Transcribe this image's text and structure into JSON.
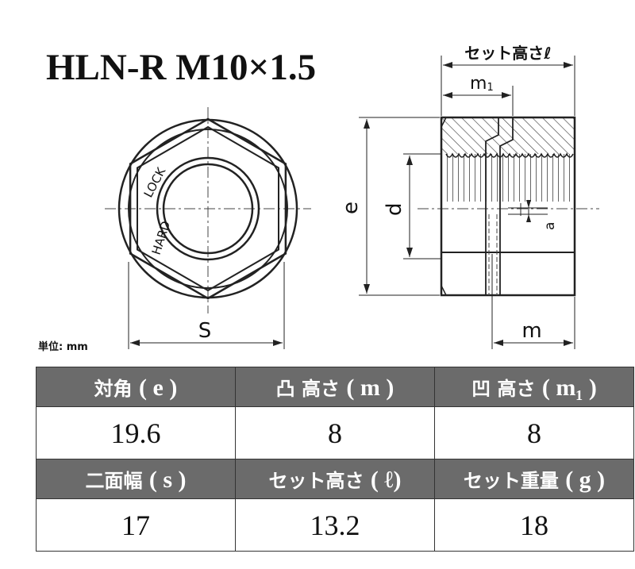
{
  "title": "HLN-R M10×1.5",
  "front_view": {
    "marking_line1": "HARD",
    "marking_line2": "LOCK",
    "dim_s": "S"
  },
  "side_view": {
    "dim_set_height": "セット高さℓ",
    "dim_m1_base": "m",
    "dim_m1_sub": "1",
    "dim_e": "e",
    "dim_d": "d",
    "dim_a": "a",
    "dim_m": "m"
  },
  "unit_label": "単位: mm",
  "table": {
    "row1_headers": [
      {
        "label": "対角",
        "symbol": "( e )"
      },
      {
        "label": "凸 高さ",
        "symbol": "( m )"
      },
      {
        "label": "凹 高さ",
        "symbol": "( m₁ )"
      }
    ],
    "row1_values": [
      "19.6",
      "8",
      "8"
    ],
    "row2_headers": [
      {
        "label": "二面幅",
        "symbol": "( s )"
      },
      {
        "label": "セット高さ",
        "symbol": "( ℓ)"
      },
      {
        "label": "セット重量",
        "symbol": "( g )"
      }
    ],
    "row2_values": [
      "17",
      "13.2",
      "18"
    ]
  },
  "colors": {
    "header_bg": "#6b6b6b",
    "header_text": "#ffffff",
    "line": "#222222"
  }
}
